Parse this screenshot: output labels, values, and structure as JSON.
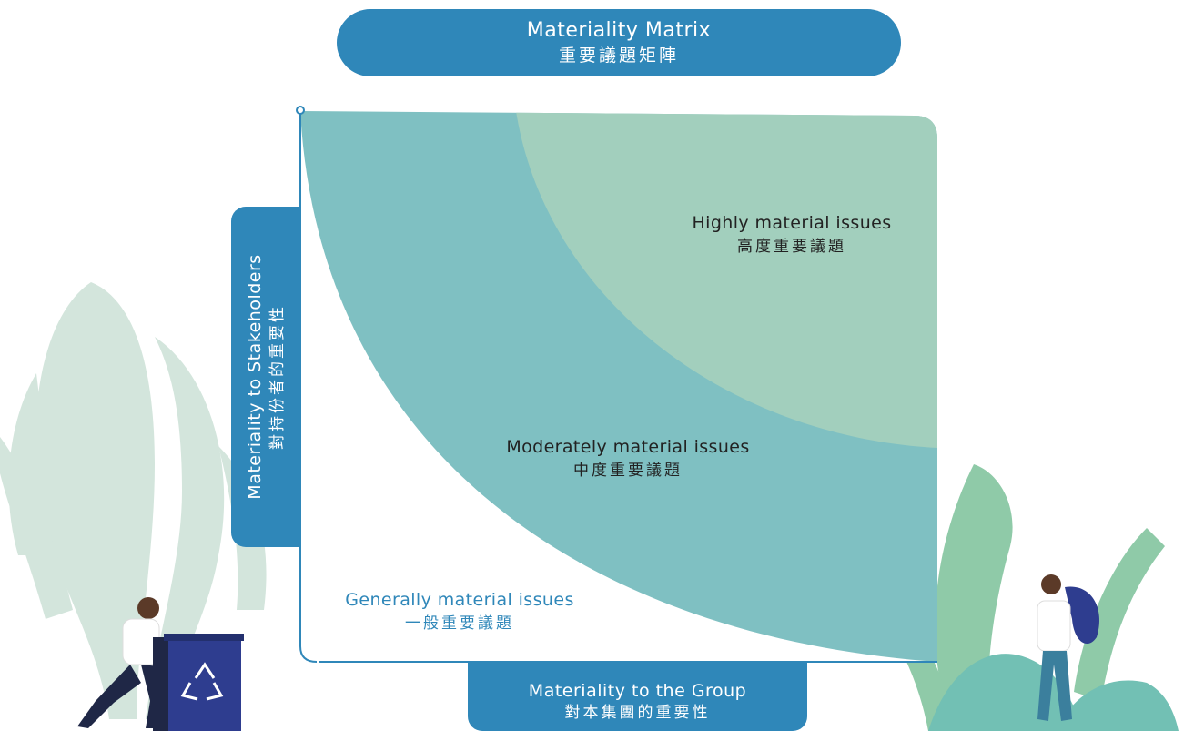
{
  "title": {
    "en": "Materiality Matrix",
    "zh": "重要議題矩陣"
  },
  "y_axis": {
    "en": "Materiality to Stakeholders",
    "zh": "對持份者的重要性"
  },
  "x_axis": {
    "en": "Materiality to the Group",
    "zh": "對本集團的重要性"
  },
  "zones": {
    "high": {
      "en": "Highly material issues",
      "zh": "高度重要議題",
      "color": "#a2cfbd"
    },
    "moderate": {
      "en": "Moderately material issues",
      "zh": "中度重要議題",
      "color": "#7fc0c2"
    },
    "general": {
      "en": "Generally material issues",
      "zh": "一般重要議題",
      "color": "#ffffff"
    }
  },
  "colors": {
    "pill": "#2f87b9",
    "leaf_light": "#d3e5dc",
    "leaf_green": "#8fcaa8",
    "leaf_teal": "#72c0b4",
    "bin": "#2e3d8f"
  },
  "icons": [
    "recycle-icon",
    "leaf-icon",
    "person-pushing-bin-icon",
    "person-carrying-bag-icon"
  ]
}
